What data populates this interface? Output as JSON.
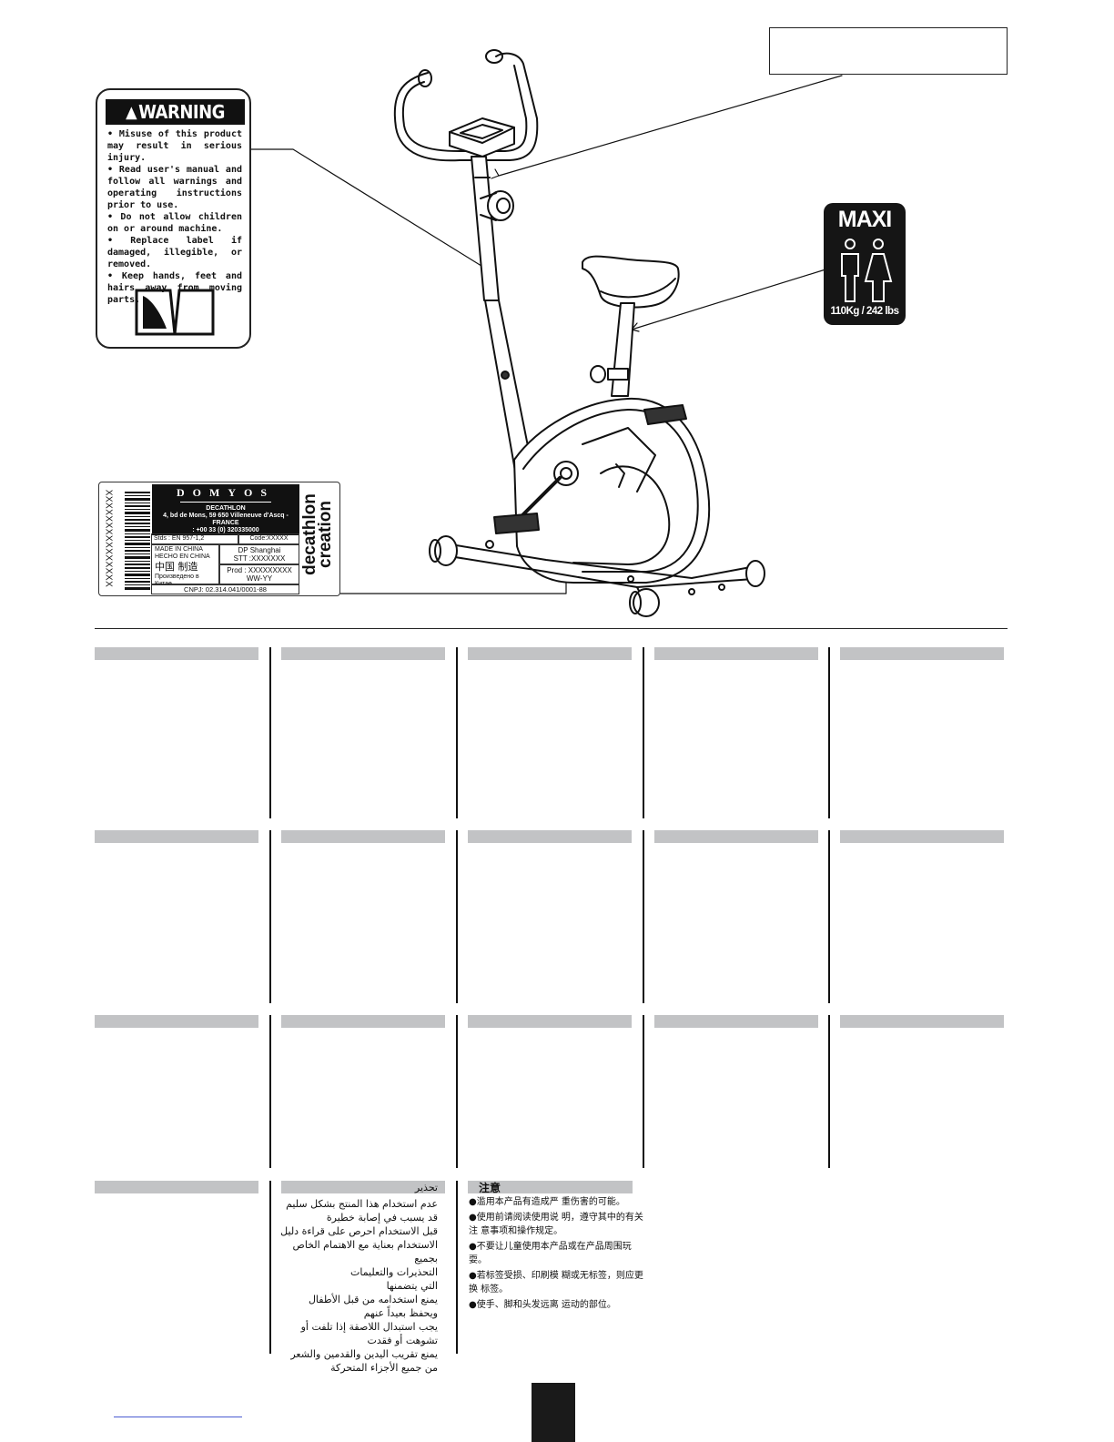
{
  "warning_label": {
    "heading": "WARNING",
    "lines": [
      "• Misuse of  this product may result in serious injury.",
      "•  Read  user's  manual  and follow  all  warnings  and operating  instructions  prior to use.",
      "• Do not allow children on or around machine.",
      "• Replace label if damaged, illegible, or removed.",
      "• Keep hands, feet and hairs away from moving parts."
    ],
    "icon": "manual-book-icon"
  },
  "product_label": {
    "brand": "DOMYOS",
    "company_name": "DECATHLON",
    "company_address": "4, bd de Mons, 59 650 Villeneuve d'Ascq - FRANCE",
    "company_phone": ": +00 33 (0) 320335000",
    "barcode_text": "XXXXXXXXXXXXXXX",
    "stds": "Stds : EN 957-1,2",
    "code": "Code:XXXXX",
    "made_in_en": "MADE IN   CHINA",
    "made_in_es": "HECHO EN    CHINA",
    "made_in_zh": "中国 制造",
    "made_in_ru": "Произведено в Китае",
    "dp": "DP Shanghai",
    "stt": "STT :XXXXXXX",
    "prod": "Prod : XXXXXXXXX",
    "week": "WW-YY",
    "cnpj": "CNPJ: 02.314.041/0001-88",
    "side_brand_1": "decathlon",
    "side_brand_2": "creation"
  },
  "maxi_badge": {
    "title": "MAXI",
    "weight": "110Kg / 242 lbs",
    "icons": [
      "man-icon",
      "woman-icon"
    ]
  },
  "arabic_section": {
    "heading": "تحذير",
    "lines": [
      "عدم استخدام هذا المنتج بشكل سليم",
      "قد يسبب في إصابة خطيرة",
      "قبل الاستخدام احرص على قراءة دليل",
      "الاستخدام بعناية مع الاهتمام الخاص بجميع",
      "التحذيرات والتعليمات",
      "التي يتضمنها",
      "يمنع استخدامه من قبل الأطفال",
      "ويحفظ بعيداً عنهم",
      "يجب استبدال اللاصقة إذا تلفت أو",
      "تشوهت أو فقدت",
      "يمنع تقريب اليدين والقدمين والشعر",
      "من جميع الأجزاء المتحركة"
    ]
  },
  "chinese_section": {
    "heading": "注意",
    "lines": [
      "●滥用本产品有造成严 重伤害的可能。",
      "●使用前请阅读使用说 明，遵守其中的有关注 意事项和操作规定。",
      "●不要让儿童使用本产品或在产品周围玩耍。",
      "●若标签受损、印刷模 糊或无标签，则应更换 标签。",
      "●使手、脚和头发远离 运动的部位。"
    ]
  }
}
